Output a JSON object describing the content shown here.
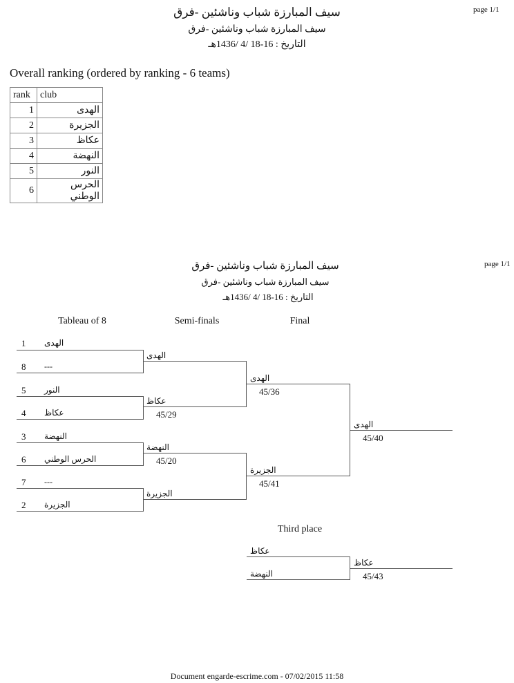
{
  "page1": {
    "title": "سيف المبارزة شباب وناشئين -فرق",
    "subtitle": "سيف المبارزة شباب وناشئين -فرق",
    "date": "التاريخ : 16-18 /4 /1436هـ",
    "page_label": "page 1/1",
    "ranking_heading": "Overall ranking (ordered by ranking - 6 teams)",
    "table_headers": [
      "rank",
      "club"
    ],
    "rows": [
      {
        "rank": "1",
        "club": "الهدى"
      },
      {
        "rank": "2",
        "club": "الجزيرة"
      },
      {
        "rank": "3",
        "club": "عكاظ"
      },
      {
        "rank": "4",
        "club": "النهضة"
      },
      {
        "rank": "5",
        "club": "النور"
      },
      {
        "rank": "6",
        "club": "الحرس الوطني"
      }
    ]
  },
  "page2": {
    "title": "سيف المبارزة شباب وناشئين -فرق",
    "subtitle": "سيف المبارزة شباب وناشئين -فرق",
    "date": "التاريخ : 16-18 /4 /1436هـ",
    "page_label": "page 1/1",
    "round_headers": [
      "Tableau of 8",
      "Semi-finals",
      "Final"
    ],
    "tableau8": [
      {
        "seed": "1",
        "name": "الهدى"
      },
      {
        "seed": "8",
        "name": "---"
      },
      {
        "seed": "5",
        "name": "النور"
      },
      {
        "seed": "4",
        "name": "عكاظ"
      },
      {
        "seed": "3",
        "name": "النهضة"
      },
      {
        "seed": "6",
        "name": "الحرس الوطني"
      },
      {
        "seed": "7",
        "name": "---"
      },
      {
        "seed": "2",
        "name": "الجزيرة"
      }
    ],
    "semifinals": [
      {
        "name": "الهدى",
        "score": ""
      },
      {
        "name": "عكاظ",
        "score": "45/29"
      },
      {
        "name": "النهضة",
        "score": "45/20"
      },
      {
        "name": "الجزيرة",
        "score": ""
      }
    ],
    "final": [
      {
        "name": "الهدى",
        "score": "45/36"
      },
      {
        "name": "الجزيرة",
        "score": "45/41"
      }
    ],
    "winner": {
      "name": "الهدى",
      "score": "45/40"
    },
    "third_place_heading": "Third place",
    "third_place": [
      {
        "name": "عكاظ"
      },
      {
        "name": "النهضة"
      }
    ],
    "third_winner": {
      "name": "عكاظ",
      "score": "45/43"
    }
  },
  "footer": "Document engarde-escrime.com  - 07/02/2015 11:58"
}
